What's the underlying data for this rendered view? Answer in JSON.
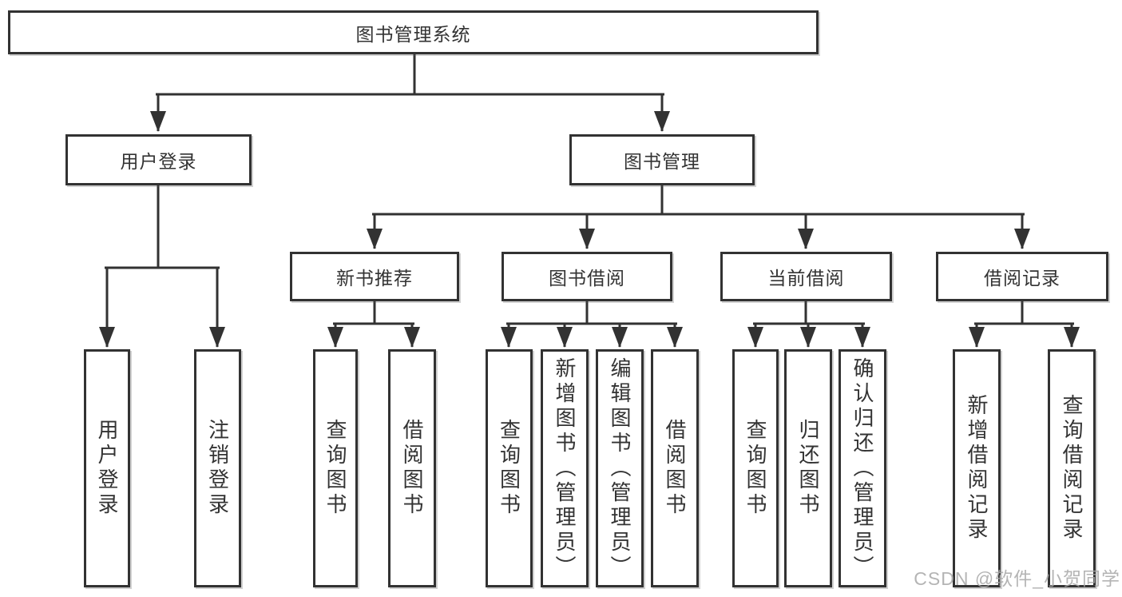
{
  "colors": {
    "line": "#323232",
    "box_border": "#323232",
    "box_background": "#ffffff",
    "text": "#333333",
    "watermark": "#a8a8a8"
  },
  "diagram": {
    "root": {
      "label": "图书管理系统"
    },
    "level2": [
      {
        "label": "用户登录"
      },
      {
        "label": "图书管理"
      }
    ],
    "level3": [
      {
        "label": "新书推荐"
      },
      {
        "label": "图书借阅"
      },
      {
        "label": "当前借阅"
      },
      {
        "label": "借阅记录"
      }
    ],
    "leaves": {
      "user_login": [
        "用户登录",
        "注销登录"
      ],
      "new_books": [
        "查询图书",
        "借阅图书"
      ],
      "book_borrow": [
        "查询图书",
        "新增图书（管理员）",
        "编辑图书（管理员）",
        "借阅图书"
      ],
      "current_borrow": [
        "查询图书",
        "归还图书",
        "确认归还（管理员）"
      ],
      "borrow_records": [
        "新增借阅记录",
        "查询借阅记录"
      ]
    }
  },
  "watermark": {
    "text": "CSDN @软件_小贺同学"
  }
}
